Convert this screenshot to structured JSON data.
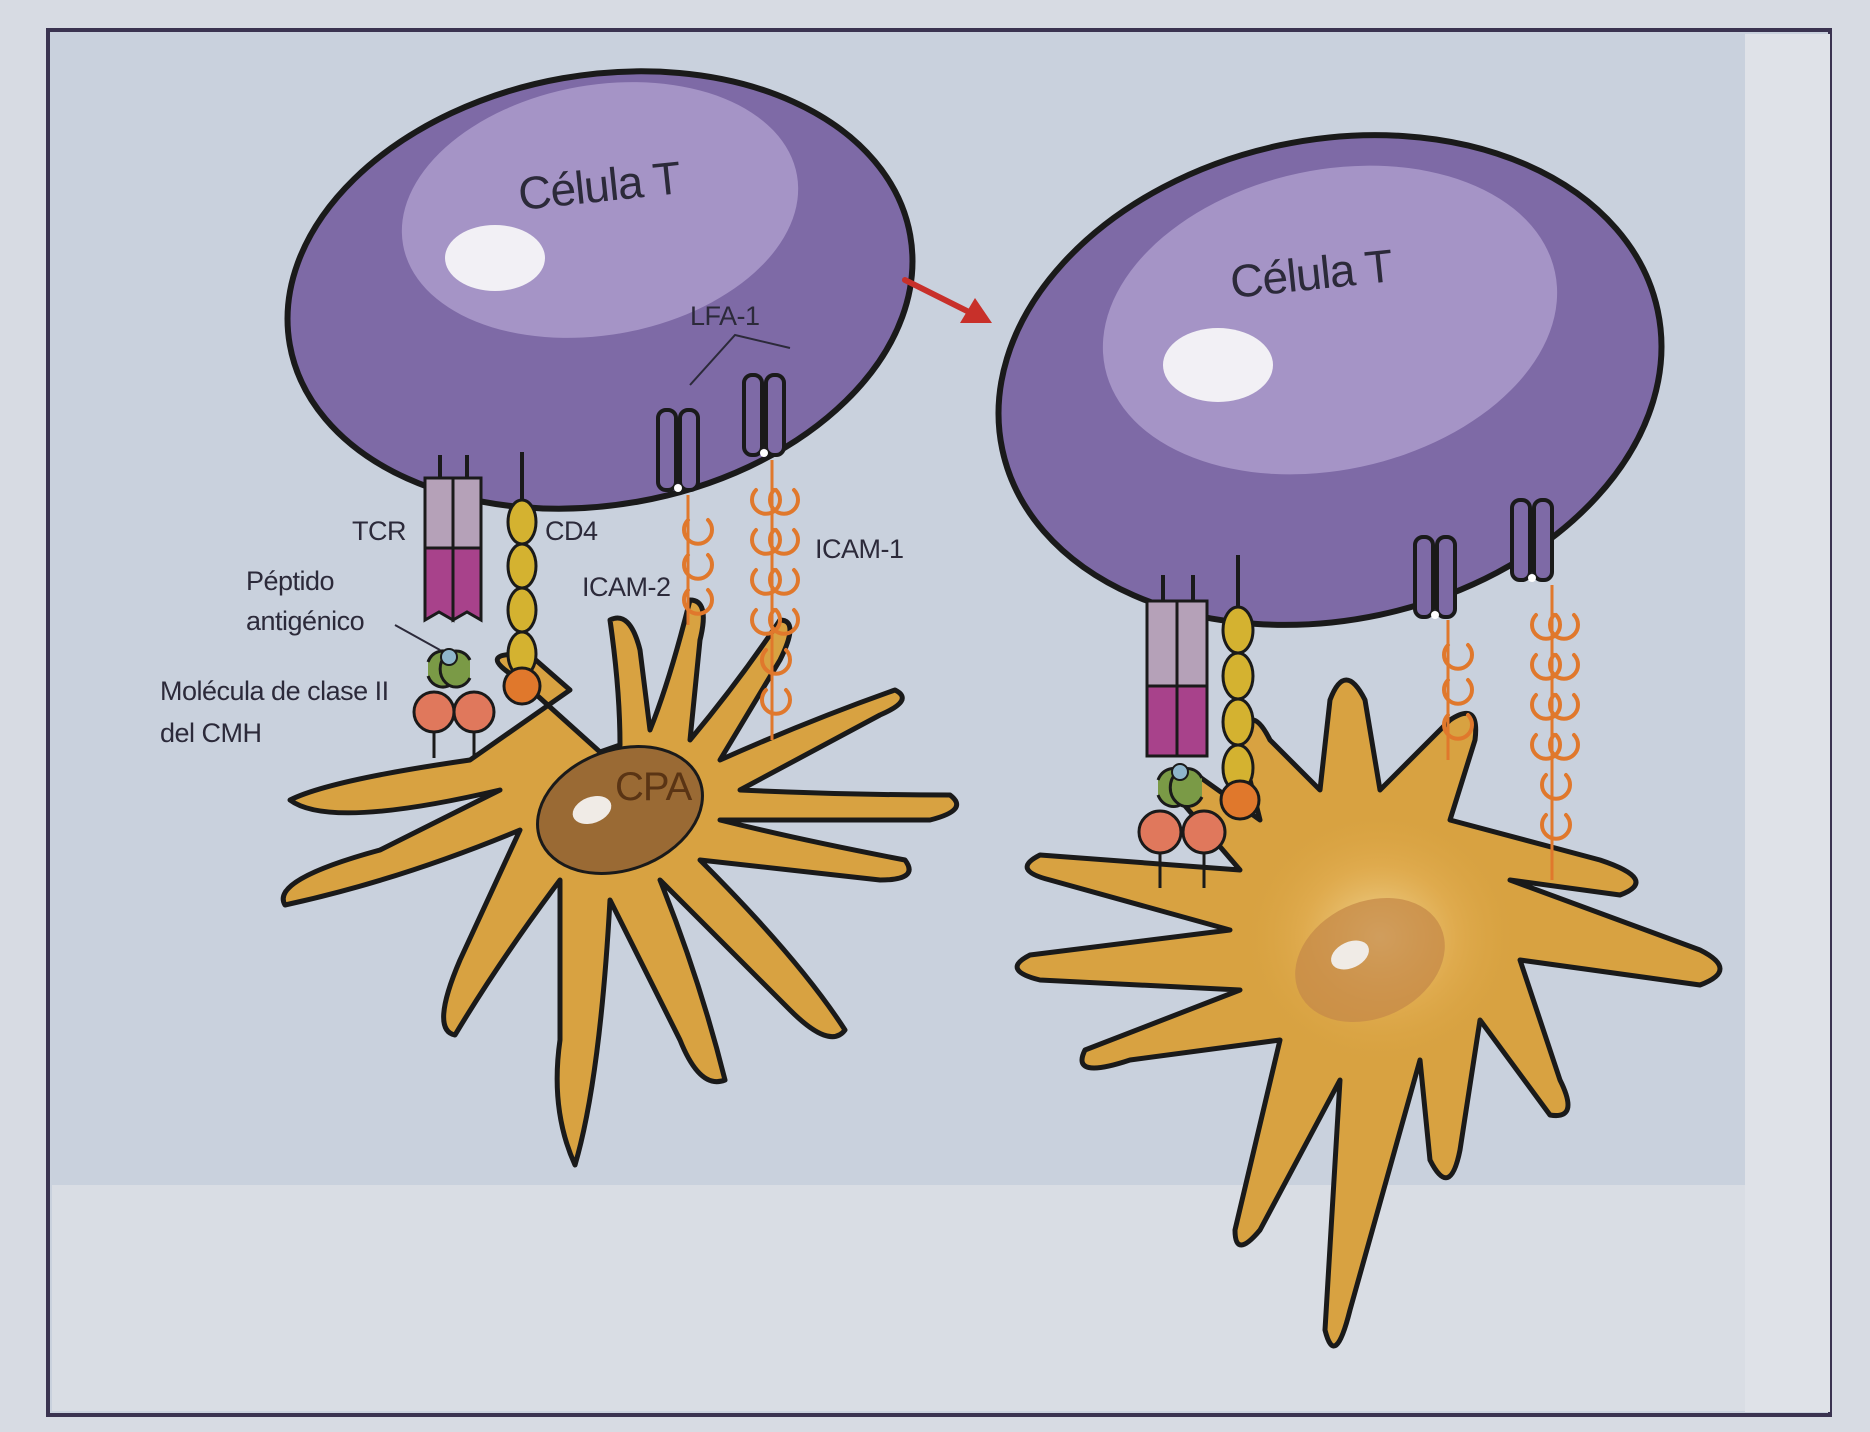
{
  "labels": {
    "tcell_left": "Célula T",
    "tcell_right": "Célula T",
    "lfa1": "LFA-1",
    "tcr": "TCR",
    "cd4": "CD4",
    "icam2": "ICAM-2",
    "icam1": "ICAM-1",
    "peptide_line1": "Péptido",
    "peptide_line2": "antigénico",
    "mhc_line1": "Molécula de clase II",
    "mhc_line2": "del CMH",
    "cpa": "CPA"
  },
  "colors": {
    "tcell_body": "#7e6aa6",
    "tcell_nucleus": "#a594c6",
    "apc_body": "#d8a241",
    "apc_nucleus": "#9a6a34",
    "tcr_top": "#b5a1b8",
    "tcr_bottom": "#a8428b",
    "cd4": "#d4b230",
    "icam": "#e0782c",
    "mhc_beta": "#e0785c",
    "mhc_alpha": "#7a9a46",
    "arrow": "#c8302a"
  },
  "icons": {
    "transition": "arrow-right-down-icon"
  }
}
